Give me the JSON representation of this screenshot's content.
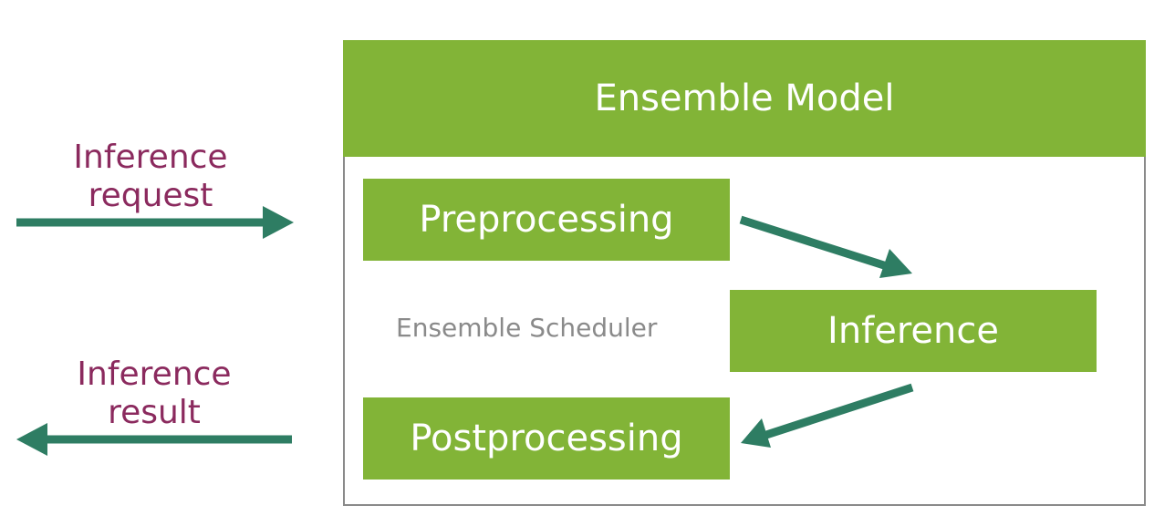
{
  "colors": {
    "green": "#82b437",
    "arrow": "#2e7d63",
    "label": "#8b2a5e",
    "muted_text": "#8a8a8a"
  },
  "ensemble": {
    "title": "Ensemble Model",
    "scheduler_label": "Ensemble Scheduler"
  },
  "steps": {
    "preprocessing": "Preprocessing",
    "inference": "Inference",
    "postprocessing": "Postprocessing"
  },
  "io": {
    "request_line1": "Inference",
    "request_line2": "request",
    "result_line1": "Inference",
    "result_line2": "result"
  }
}
